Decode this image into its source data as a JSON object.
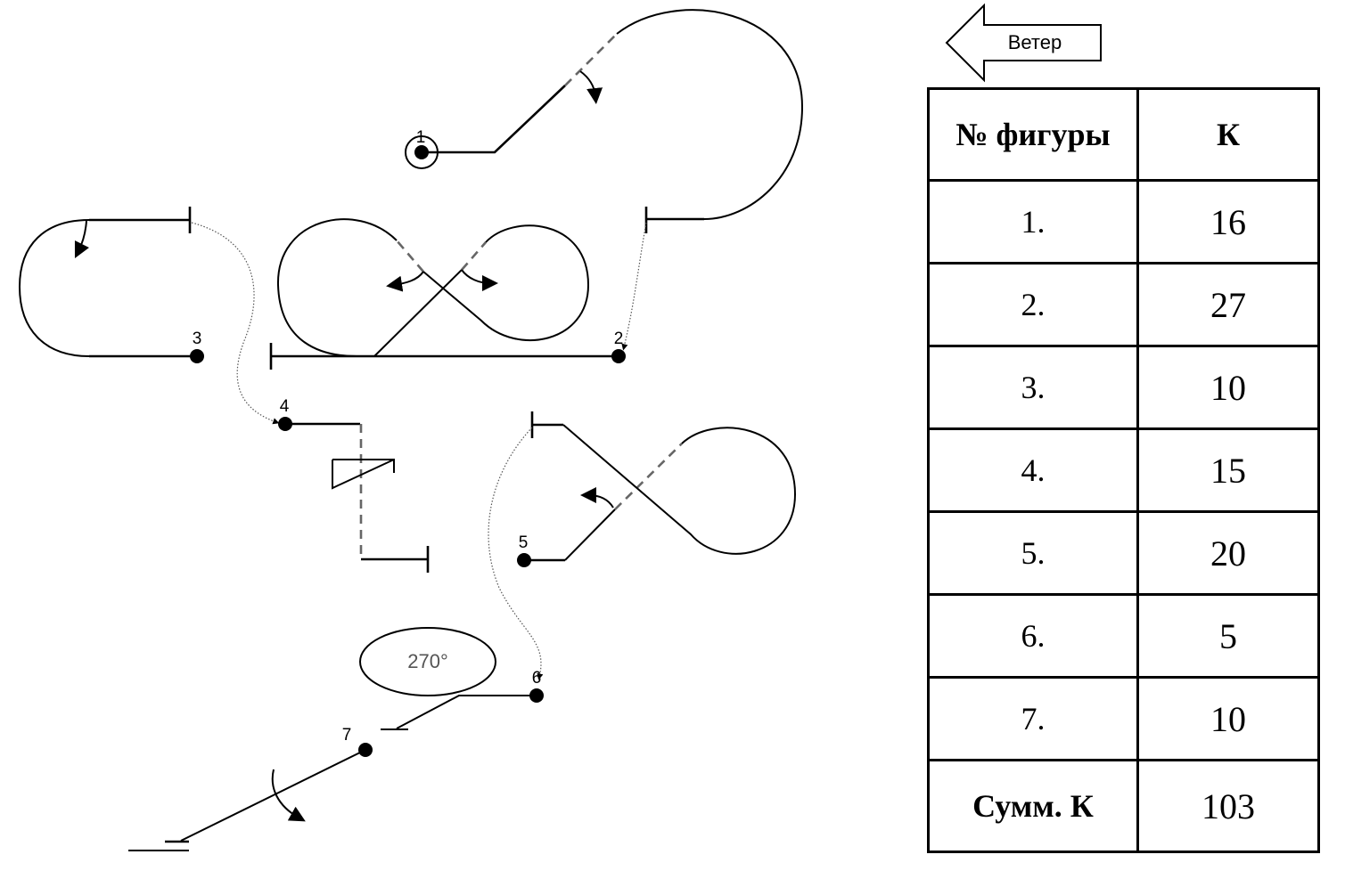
{
  "wind": {
    "label": "Ветер",
    "direction": "left"
  },
  "diagram": {
    "figure_labels": [
      "1",
      "2",
      "3",
      "4",
      "5",
      "6",
      "7"
    ],
    "rotation_annotation": "270°"
  },
  "table": {
    "headers": [
      "№ фигуры",
      "К"
    ],
    "rows": [
      {
        "figure": "1.",
        "k": "16"
      },
      {
        "figure": "2.",
        "k": "27"
      },
      {
        "figure": "3.",
        "k": "10"
      },
      {
        "figure": "4.",
        "k": "15"
      },
      {
        "figure": "5.",
        "k": "20"
      },
      {
        "figure": "6.",
        "k": "5"
      },
      {
        "figure": "7.",
        "k": "10"
      }
    ],
    "total": {
      "label": "Сумм. К",
      "value": "103"
    }
  }
}
